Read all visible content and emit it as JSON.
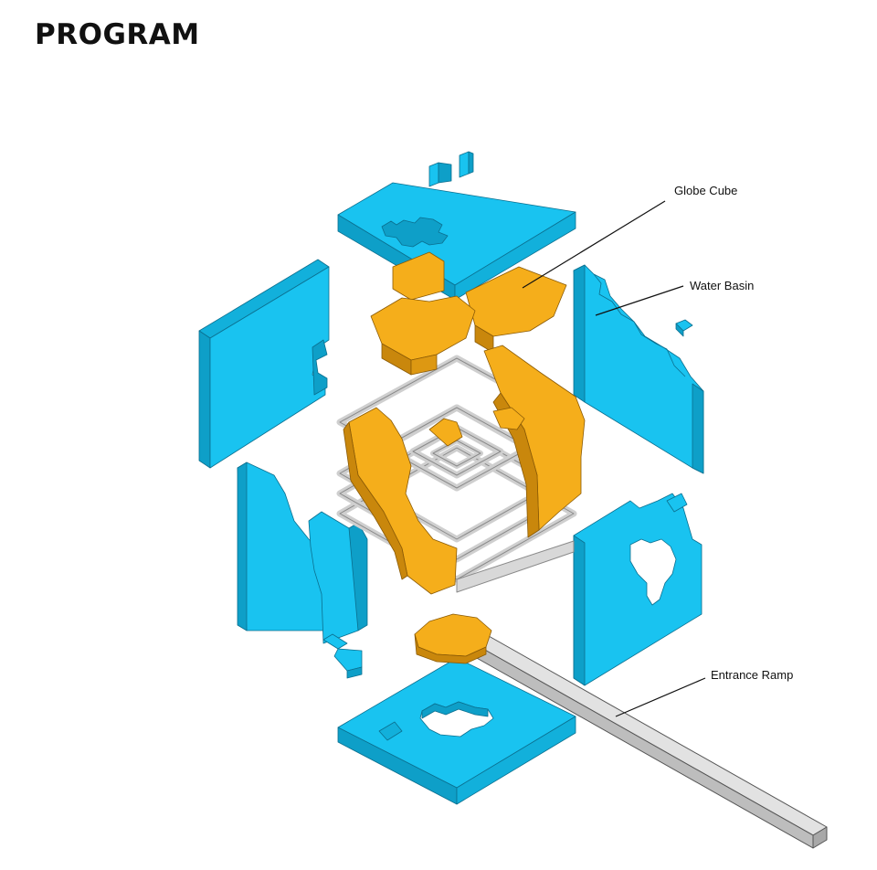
{
  "title": "PROGRAM",
  "labels": {
    "globe_cube": "Globe Cube",
    "water_basin": "Water Basin",
    "entrance_ramp": "Entrance Ramp"
  },
  "colors": {
    "water_panels": "#19C3F0",
    "water_panels_side": "#0E9FC8",
    "globe_cube": "#F5AE1B",
    "globe_cube_side": "#C9870C",
    "ramp_and_stairs": "#D8D8D8",
    "outline": "#555555"
  }
}
